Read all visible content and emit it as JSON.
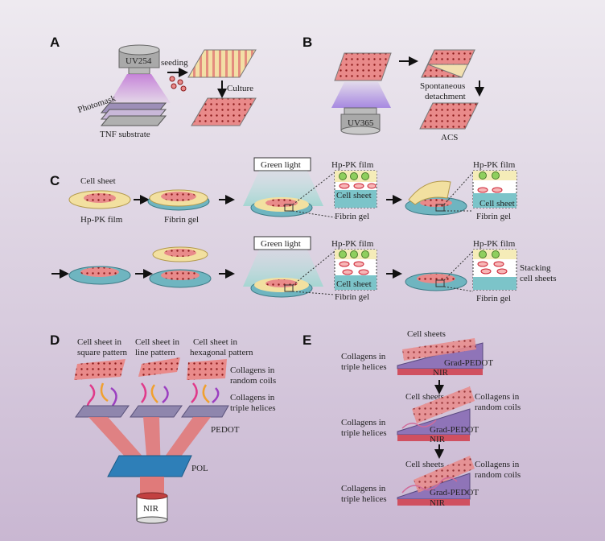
{
  "panels": {
    "a": "A",
    "b": "B",
    "c": "C",
    "d": "D",
    "e": "E"
  },
  "panel_a": {
    "lamp": "UV254",
    "photomask": "Photomask",
    "substrate": "TNF substrate",
    "seeding": "seeding",
    "culture": "Culture"
  },
  "panel_b": {
    "lamp": "UV365",
    "detach_1": "Spontaneous",
    "detach_2": "detachment",
    "acs": "ACS"
  },
  "panel_c": {
    "cell_sheet": "Cell sheet",
    "hp_pk_film": "Hp-PK film",
    "fibrin_gel": "Fibrin gel",
    "green_light": "Green light",
    "stacking_1": "Stacking",
    "stacking_2": "cell sheets"
  },
  "panel_d": {
    "square_1": "Cell sheet in",
    "square_2": "square pattern",
    "line_1": "Cell sheet in",
    "line_2": "line pattern",
    "hex_1": "Cell sheet in",
    "hex_2": "hexagonal pattern",
    "random_1": "Collagens in",
    "random_2": "random coils",
    "triple_1": "Collagens in",
    "triple_2": "triple helices",
    "pedot": "PEDOT",
    "pol": "POL",
    "nir": "NIR"
  },
  "panel_e": {
    "cell_sheets": "Cell sheets",
    "triple_1": "Collagens in",
    "triple_2": "triple helices",
    "random_1": "Collagens in",
    "random_2": "random coils",
    "grad_pedot": "Grad-PEDOT",
    "nir": "NIR"
  }
}
